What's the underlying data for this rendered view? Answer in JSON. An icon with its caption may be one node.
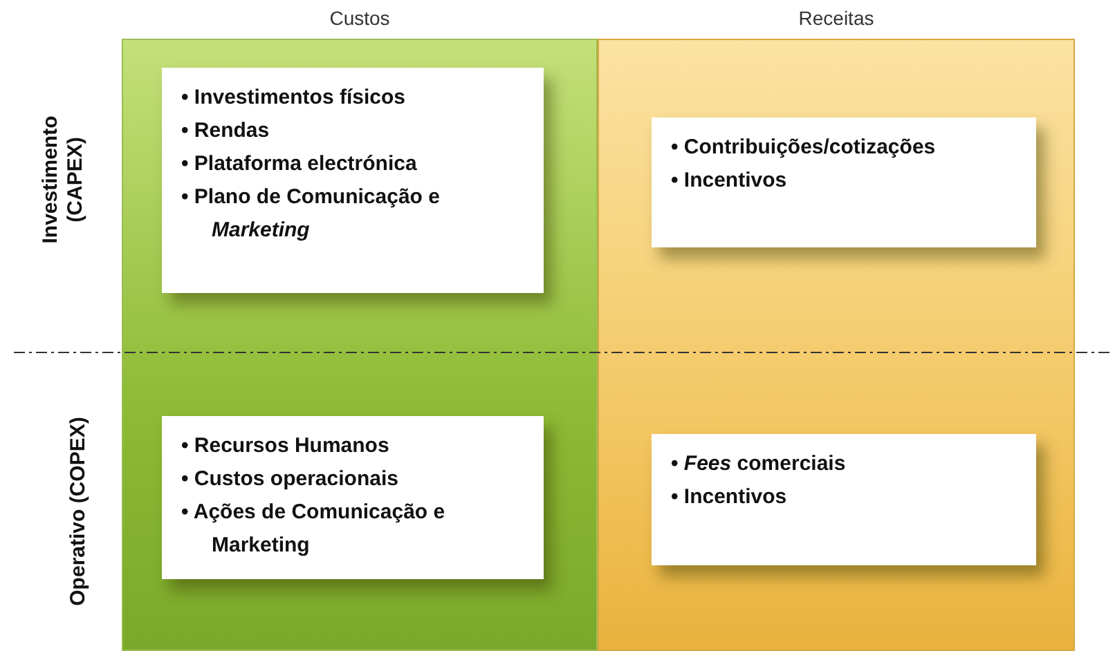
{
  "diagram": {
    "nodes": [
      {
        "text": [
          "Custos"
        ]
      },
      {
        "text": [
          "• Investimentos físicos",
          "• Rendas",
          "• Plataforma electrónica",
          "• Plano de Comunicação e *Marketing*"
        ],
        "in": 0
      },
      {
        "text": [
          "• Recursos Humanos",
          "• Custos operacionais",
          "• Ações de Comunicação e Marketing"
        ],
        "in": 0
      },
      {
        "text": [
          "Receitas"
        ]
      },
      {
        "text": [
          "• Contribuições/cotizações",
          "• Incentivos"
        ],
        "in": 3
      },
      {
        "text": [
          "• *Fees* comerciais",
          "• Incentivos"
        ],
        "in": 3
      }
    ],
    "edges": [],
    "labels": [
      "Investimento (CAPEX)",
      "Operativo (COPEX)"
    ]
  }
}
